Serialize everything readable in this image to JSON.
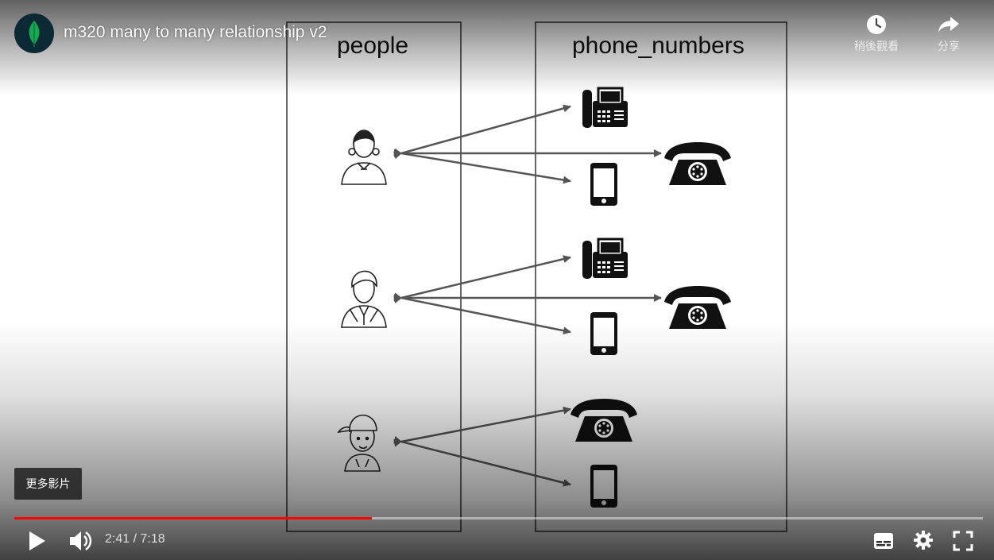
{
  "video": {
    "title": "m320 many to many relationship v2",
    "channel_avatar_icon": "mongodb-leaf-icon"
  },
  "top_actions": {
    "watch_later_label": "稍後觀看",
    "share_label": "分享"
  },
  "more_videos_label": "更多影片",
  "controls": {
    "current_time": "2:41",
    "separator": " / ",
    "duration": "7:18",
    "progress_fraction": 0.369,
    "icons": [
      "play-icon",
      "volume-icon",
      "subtitles-icon",
      "settings-icon",
      "fullscreen-icon"
    ]
  },
  "diagram": {
    "left_column_label": "people",
    "right_column_label": "phone_numbers",
    "people": [
      "woman-icon",
      "man-icon",
      "boy-icon"
    ],
    "phones": [
      "office-phone-icon",
      "rotary-phone-icon",
      "mobile-phone-icon"
    ]
  },
  "colors": {
    "progress_played": "#ff0000",
    "avatar_bg": "#0b2a36",
    "leaf": "#13aa52"
  }
}
